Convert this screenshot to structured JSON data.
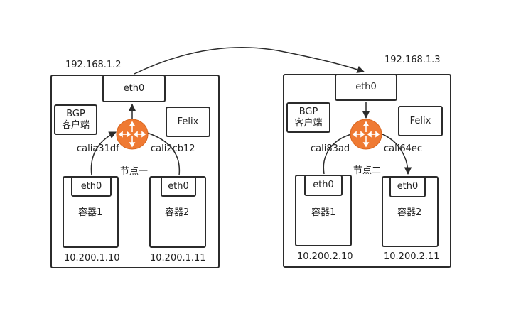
{
  "nodes": [
    {
      "ip": "192.168.1.2",
      "eth0": "eth0",
      "bgp_line1": "BGP",
      "bgp_line2": "客户端",
      "felix": "Felix",
      "name": "节点一",
      "veth_left": "calia31df",
      "veth_right": "cali2cb12",
      "containers": [
        {
          "eth0": "eth0",
          "name": "容器1",
          "ip": "10.200.1.10"
        },
        {
          "eth0": "eth0",
          "name": "容器2",
          "ip": "10.200.1.11"
        }
      ]
    },
    {
      "ip": "192.168.1.3",
      "eth0": "eth0",
      "bgp_line1": "BGP",
      "bgp_line2": "客户端",
      "felix": "Felix",
      "name": "节点二",
      "veth_left": "cali83ad",
      "veth_right": "cali64ec",
      "containers": [
        {
          "eth0": "eth0",
          "name": "容器1",
          "ip": "10.200.2.10"
        },
        {
          "eth0": "eth0",
          "name": "容器2",
          "ip": "10.200.2.11"
        }
      ]
    }
  ],
  "colors": {
    "router_fill": "#ef7a33",
    "router_stroke": "#d9661f",
    "line": "#2b2b2b"
  },
  "icons": {
    "router": "router-icon"
  }
}
